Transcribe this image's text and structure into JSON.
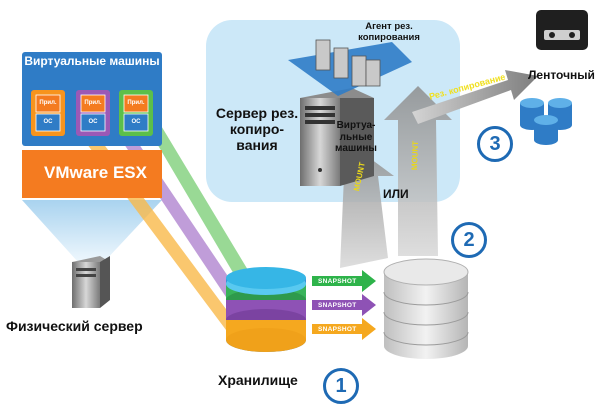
{
  "virtual_machines": {
    "title": "Виртуальные машины",
    "vms": [
      {
        "app": "Прил.",
        "os": "ОС",
        "color": "#f7941d"
      },
      {
        "app": "Прил.",
        "os": "ОС",
        "color": "#9b59b6"
      },
      {
        "app": "Прил.",
        "os": "ОС",
        "color": "#5cbf4a"
      }
    ]
  },
  "hypervisor": {
    "label": "VMware ESX"
  },
  "physical_server": {
    "label": "Физический сервер"
  },
  "storage": {
    "label": "Хранилище",
    "step": "1"
  },
  "snapshots": [
    "SNAPSHOT",
    "SNAPSHOT",
    "SNAPSHOT"
  ],
  "backup_server": {
    "label": "Сервер рез. копиро-вания",
    "label_lines": [
      "Сервер рез.",
      "копиро-",
      "вания"
    ],
    "agent_label": "Агент рез. копирования",
    "agent_lines": [
      "Агент рез.",
      "копирования"
    ],
    "vm_label_lines": [
      "Виртуа-",
      "льные",
      "машины"
    ]
  },
  "mount": {
    "label_left": "MOUNT",
    "label_right": "MOUNT",
    "or": "ИЛИ",
    "step": "2"
  },
  "tape": {
    "label": "Ленточный",
    "arrow_label": "Рез. копирование",
    "step": "3"
  },
  "colors": {
    "accent_blue": "#1e6ab4",
    "esx_orange": "#f47b20",
    "vm_blue": "#2f7cc6",
    "panel_blue": "#cce8f8"
  }
}
